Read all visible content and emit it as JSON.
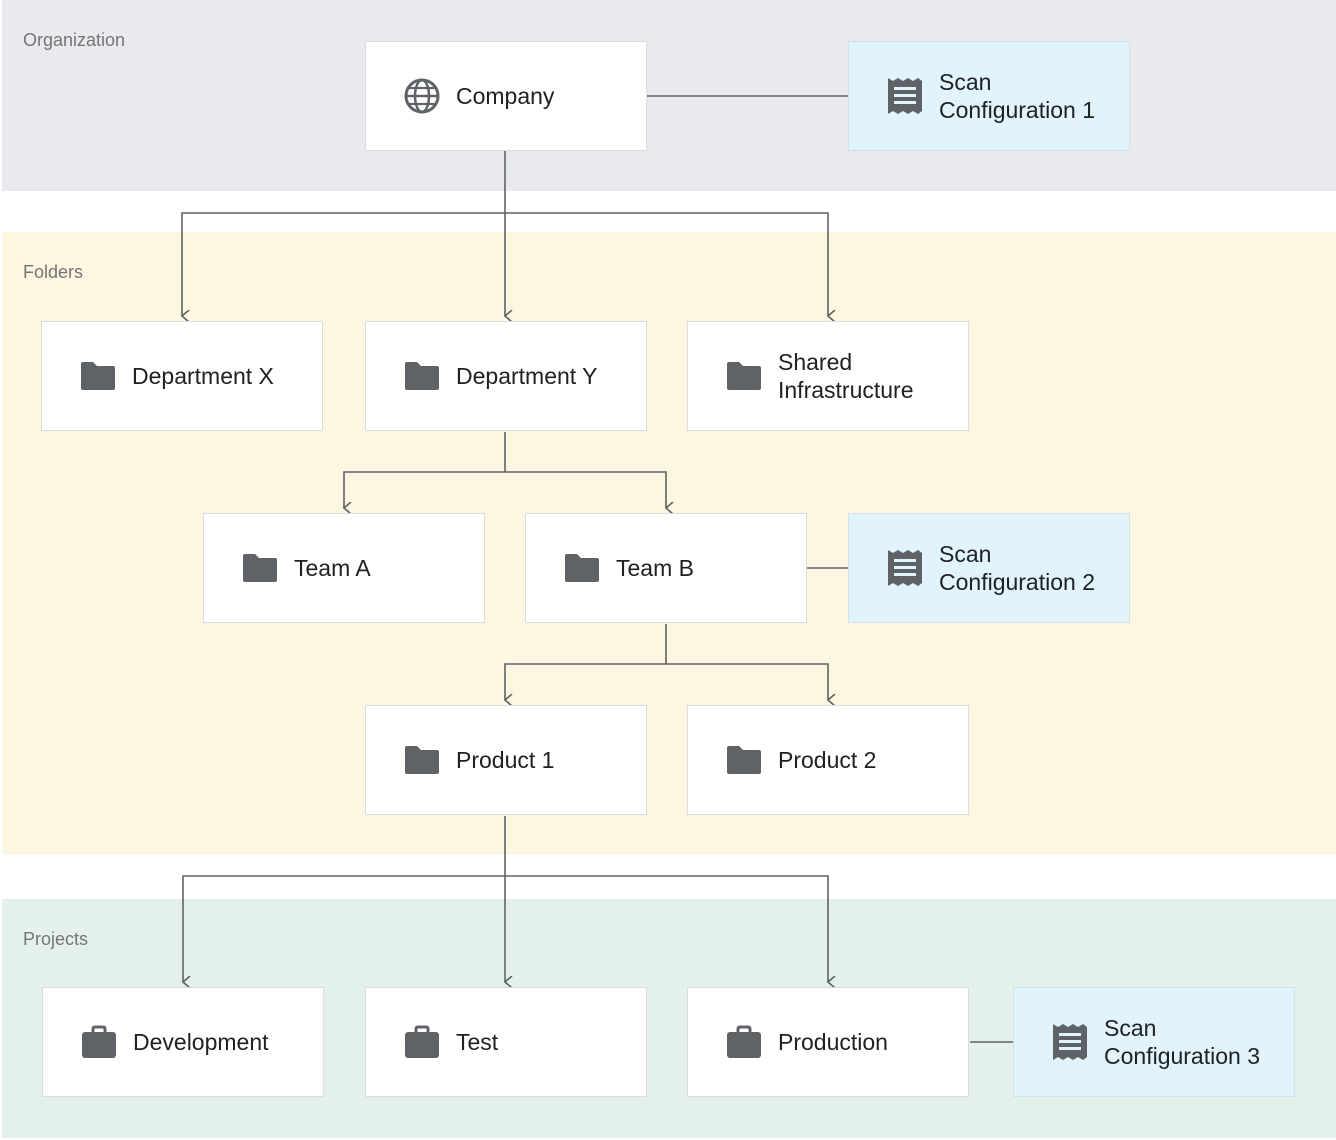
{
  "bands": {
    "organization": "Organization",
    "folders": "Folders",
    "projects": "Projects"
  },
  "nodes": {
    "company": {
      "label": "Company",
      "icon": "globe-icon"
    },
    "scan_config_1": {
      "label": "Scan\nConfiguration 1",
      "icon": "document-icon"
    },
    "department_x": {
      "label": "Department X",
      "icon": "folder-icon"
    },
    "department_y": {
      "label": "Department Y",
      "icon": "folder-icon"
    },
    "shared_infrastructure": {
      "label": "Shared\nInfrastructure",
      "icon": "folder-icon"
    },
    "team_a": {
      "label": "Team A",
      "icon": "folder-icon"
    },
    "team_b": {
      "label": "Team B",
      "icon": "folder-icon"
    },
    "scan_config_2": {
      "label": "Scan\nConfiguration 2",
      "icon": "document-icon"
    },
    "product_1": {
      "label": "Product 1",
      "icon": "folder-icon"
    },
    "product_2": {
      "label": "Product 2",
      "icon": "folder-icon"
    },
    "development": {
      "label": "Development",
      "icon": "briefcase-icon"
    },
    "test": {
      "label": "Test",
      "icon": "briefcase-icon"
    },
    "production": {
      "label": "Production",
      "icon": "briefcase-icon"
    },
    "scan_config_3": {
      "label": "Scan\nConfiguration 3",
      "icon": "document-icon"
    }
  },
  "edges": [
    {
      "from": "company",
      "to": "department_x",
      "type": "arrow"
    },
    {
      "from": "company",
      "to": "department_y",
      "type": "arrow"
    },
    {
      "from": "company",
      "to": "shared_infrastructure",
      "type": "arrow"
    },
    {
      "from": "department_y",
      "to": "team_a",
      "type": "arrow"
    },
    {
      "from": "department_y",
      "to": "team_b",
      "type": "arrow"
    },
    {
      "from": "team_b",
      "to": "product_1",
      "type": "arrow"
    },
    {
      "from": "team_b",
      "to": "product_2",
      "type": "arrow"
    },
    {
      "from": "product_1",
      "to": "development",
      "type": "arrow"
    },
    {
      "from": "product_1",
      "to": "test",
      "type": "arrow"
    },
    {
      "from": "product_1",
      "to": "production",
      "type": "arrow"
    },
    {
      "from": "company",
      "to": "scan_config_1",
      "type": "line"
    },
    {
      "from": "team_b",
      "to": "scan_config_2",
      "type": "line"
    },
    {
      "from": "production",
      "to": "scan_config_3",
      "type": "line"
    }
  ],
  "colors": {
    "organization_band": "#e8eaed",
    "folders_band": "#fdf6e0",
    "projects_band": "#e3f1ea",
    "scan_config_fill": "#e1f4fc",
    "icon": "#5f6368",
    "connector": "#5f6368"
  }
}
